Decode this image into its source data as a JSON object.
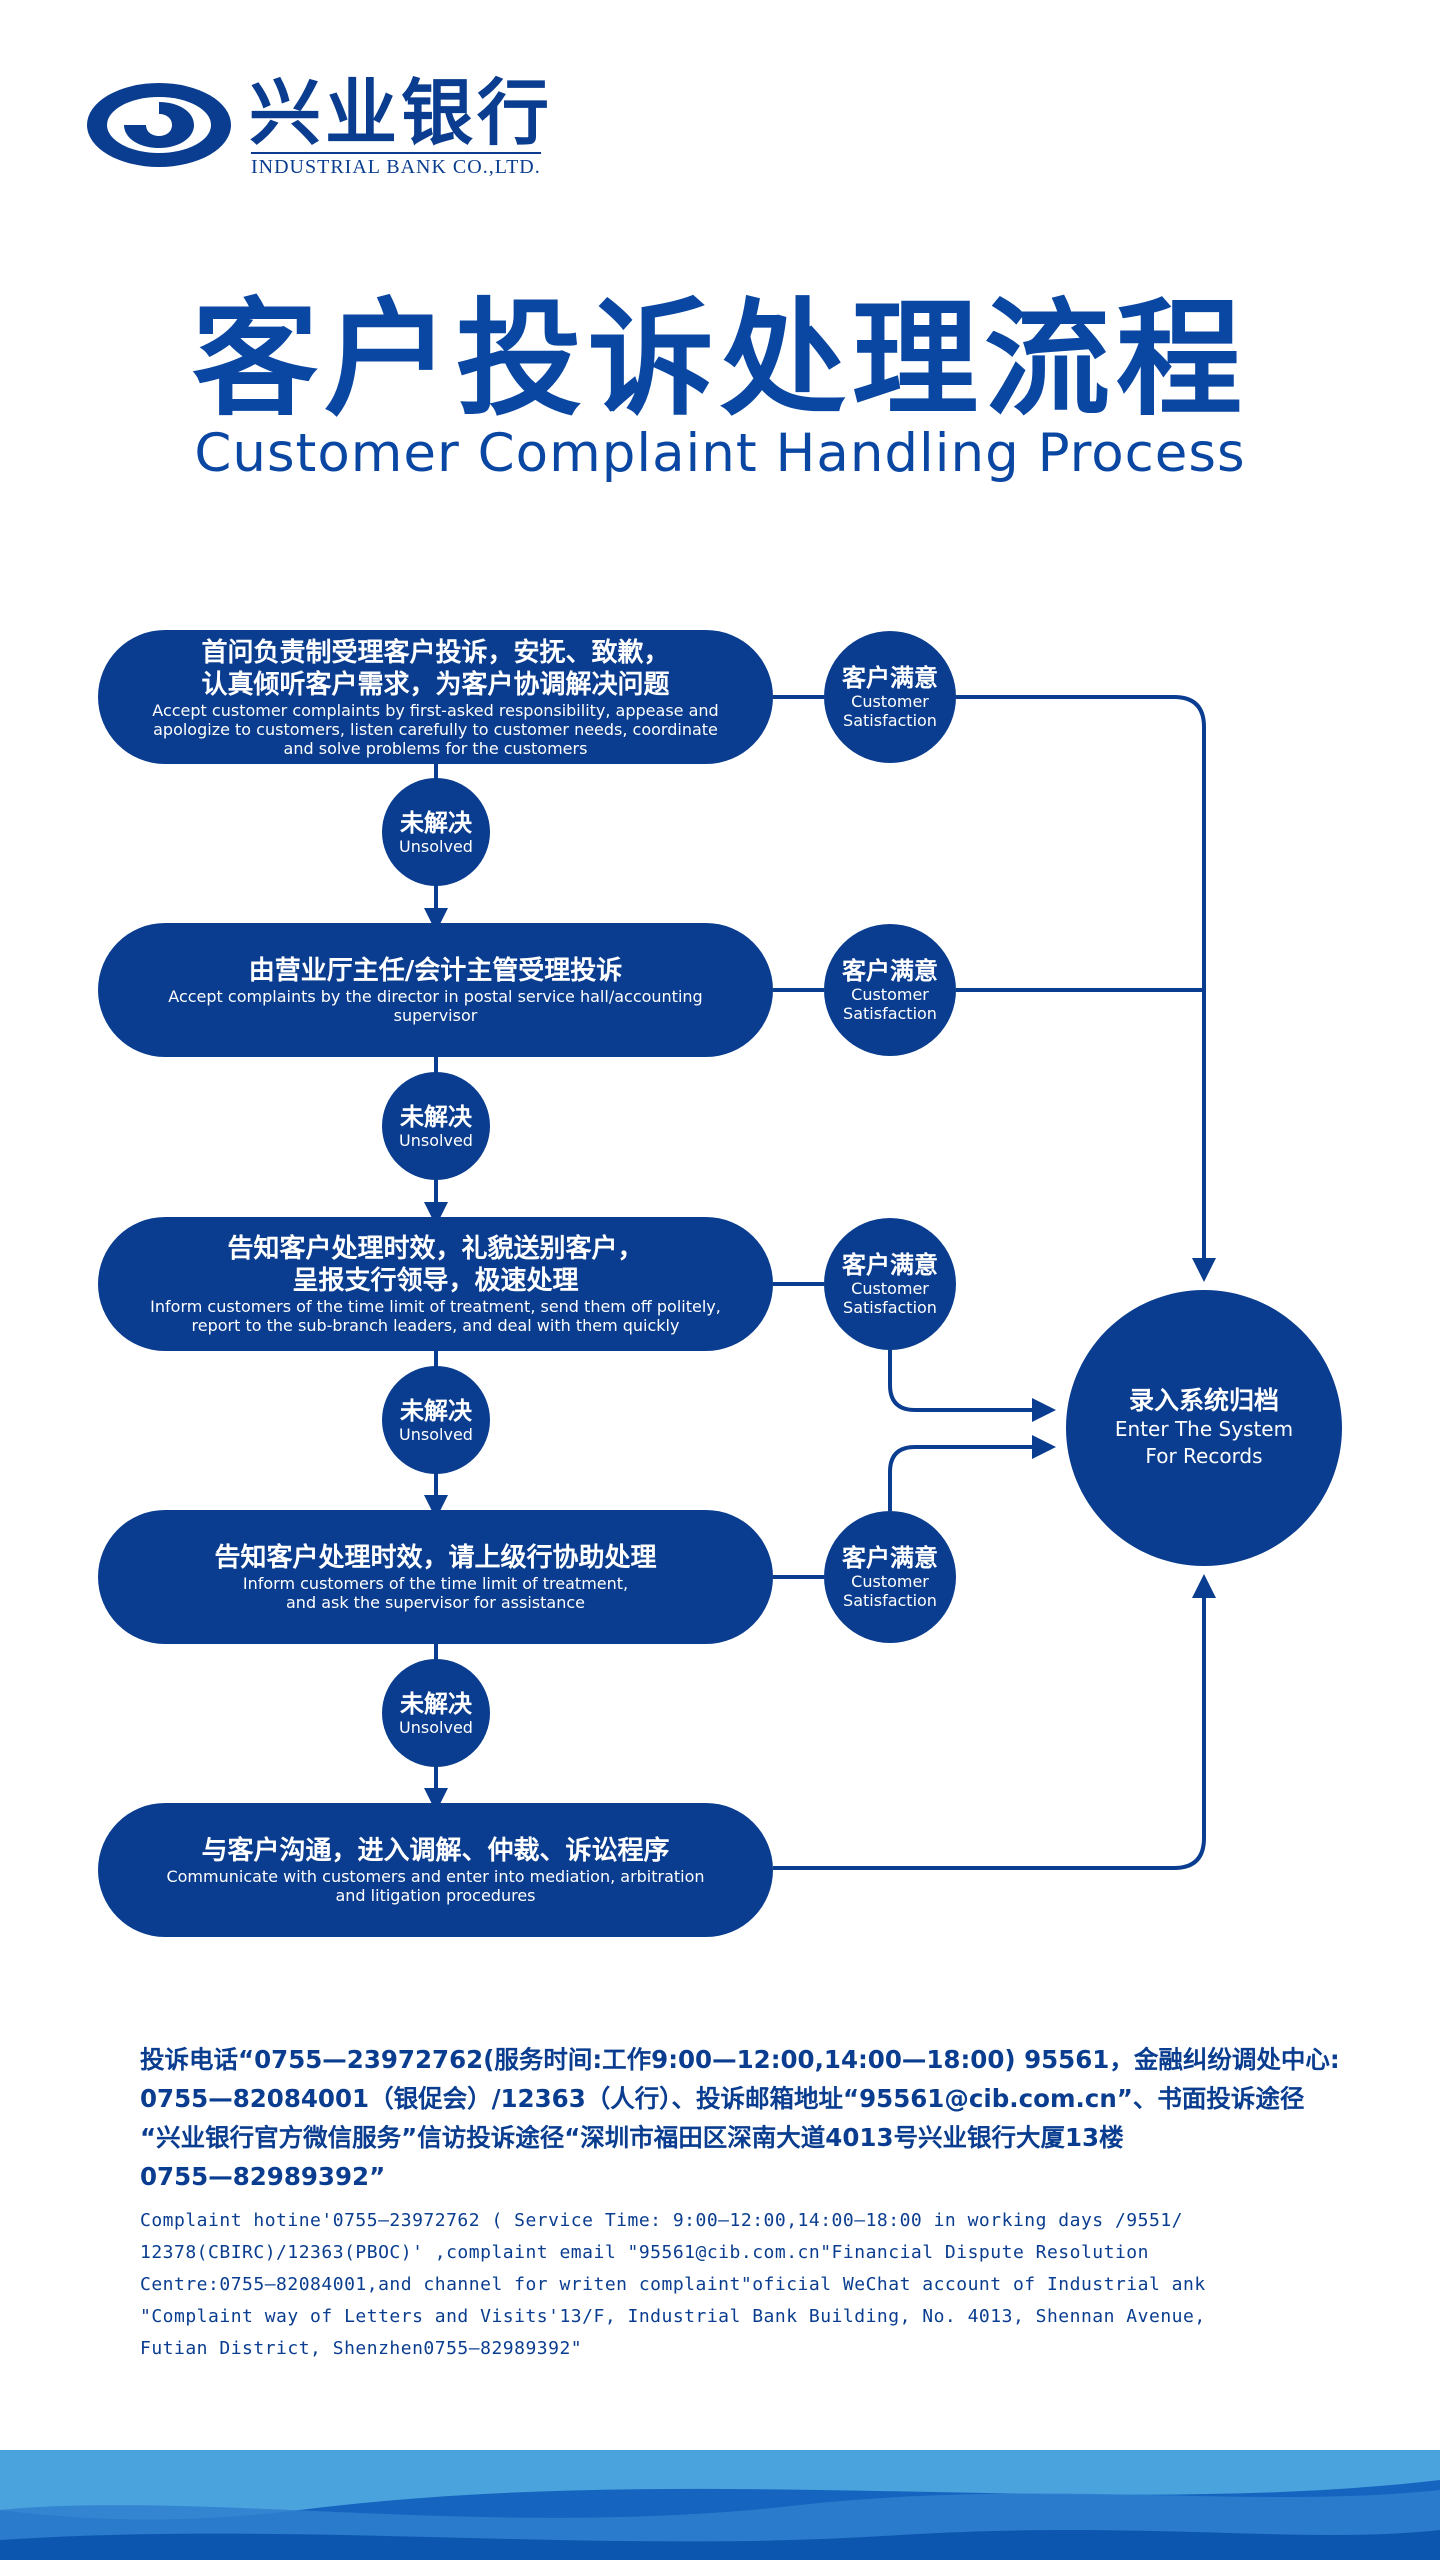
{
  "logo": {
    "name_cn": "兴业银行",
    "name_en": "INDUSTRIAL BANK CO.,LTD."
  },
  "title": {
    "cn": "客户投诉处理流程",
    "en": "Customer Complaint  Handling Process"
  },
  "steps": [
    {
      "cn": [
        "首问负责制受理客户投诉，安抚、致歉，",
        "认真倾听客户需求，为客户协调解决问题"
      ],
      "en": [
        "Accept customer complaints by first-asked responsibility, appease and",
        "apologize to customers, listen carefully to customer needs, coordinate",
        "and solve problems for the customers"
      ]
    },
    {
      "cn": [
        "由营业厅主任/会计主管受理投诉"
      ],
      "en": [
        "Accept complaints by the director in postal service hall/accounting supervisor"
      ]
    },
    {
      "cn": [
        "告知客户处理时效，礼貌送别客户，",
        "呈报支行领导，极速处理"
      ],
      "en": [
        "Inform customers of the time limit of treatment, send them off politely,",
        "report to the sub-branch leaders, and deal with them quickly"
      ]
    },
    {
      "cn": [
        "告知客户处理时效，请上级行协助处理"
      ],
      "en": [
        "Inform customers of the time limit of treatment,",
        "and ask the supervisor for assistance"
      ]
    },
    {
      "cn": [
        "与客户沟通，进入调解、仲裁、诉讼程序"
      ],
      "en": [
        "Communicate with customers and enter into mediation, arbitration",
        "and litigation procedures"
      ]
    }
  ],
  "satisfaction": {
    "cn": "客户满意",
    "en": [
      "Customer",
      "Satisfaction"
    ]
  },
  "unsolved": {
    "cn": "未解决",
    "en": "Unsolved"
  },
  "archive": {
    "cn": "录入系统归档",
    "en": [
      "Enter The System",
      "For Records"
    ]
  },
  "contact_cn": [
    "投诉电话“0755—23972762(服务时间:工作9:00—12:00,14:00—18:00) 95561，金融纠纷调处中心:",
    "0755—82084001（银促会）/12363（人行）、投诉邮箱地址“95561@cib.com.cn”、书面投诉途径",
    "“兴业银行官方微信服务”信访投诉途径“深圳市福田区深南大道4013号兴业银行大厦13楼",
    "0755—82989392”"
  ],
  "contact_en": [
    "Complaint hotine'0755—23972762 ( Service Time: 9:00—12:00,14:00—18:00 in working days /9551/",
    "12378(CBIRC)/12363(PBOC)' ,complaint email \"95561@cib.com.cn\"Financial Dispute Resolution",
    "Centre:0755—82084001,and channel for writen complaint\"oficial WeChat account of Industrial ank",
    "\"Complaint way of Letters and Visits'13/F, Industrial Bank Building, No. 4013, Shennan Avenue,",
    "Futian District, Shenzhen0755—82989392\""
  ],
  "colors": {
    "primary": "#0a3d8f",
    "band_light": "#4aa3dd",
    "band_dark": "#1565c0"
  }
}
